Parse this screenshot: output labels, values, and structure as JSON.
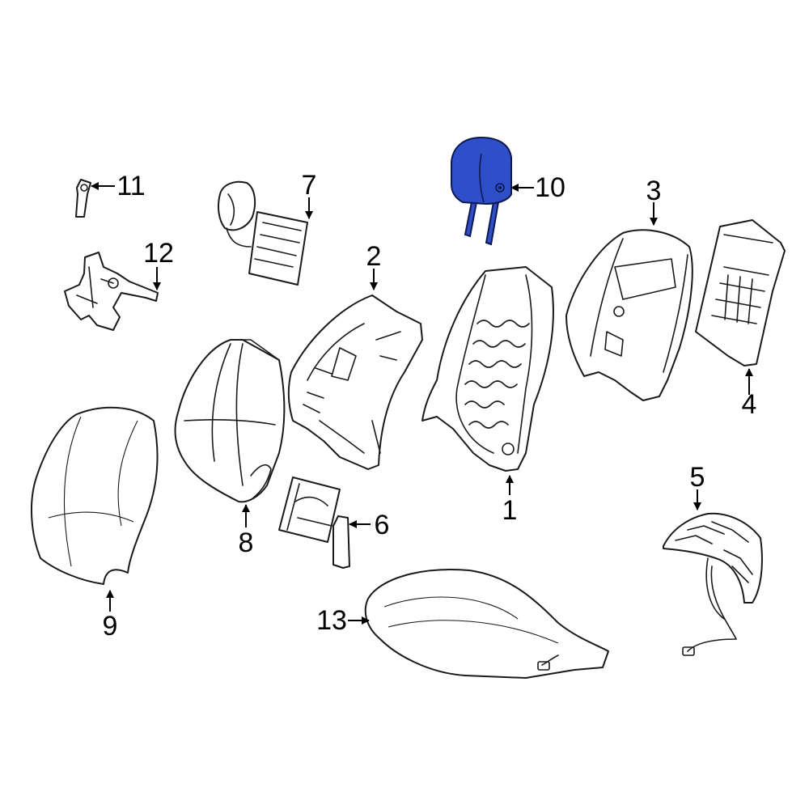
{
  "callouts": [
    {
      "id": "1",
      "label": "1"
    },
    {
      "id": "2",
      "label": "2"
    },
    {
      "id": "3",
      "label": "3"
    },
    {
      "id": "4",
      "label": "4"
    },
    {
      "id": "5",
      "label": "5"
    },
    {
      "id": "6",
      "label": "6"
    },
    {
      "id": "7",
      "label": "7"
    },
    {
      "id": "8",
      "label": "8"
    },
    {
      "id": "9",
      "label": "9"
    },
    {
      "id": "10",
      "label": "10"
    },
    {
      "id": "11",
      "label": "11"
    },
    {
      "id": "12",
      "label": "12"
    },
    {
      "id": "13",
      "label": "13"
    }
  ],
  "highlighted_part": "10",
  "colors": {
    "highlight": "#2f4fc8",
    "line": "#1a1a1a",
    "background": "#ffffff"
  }
}
